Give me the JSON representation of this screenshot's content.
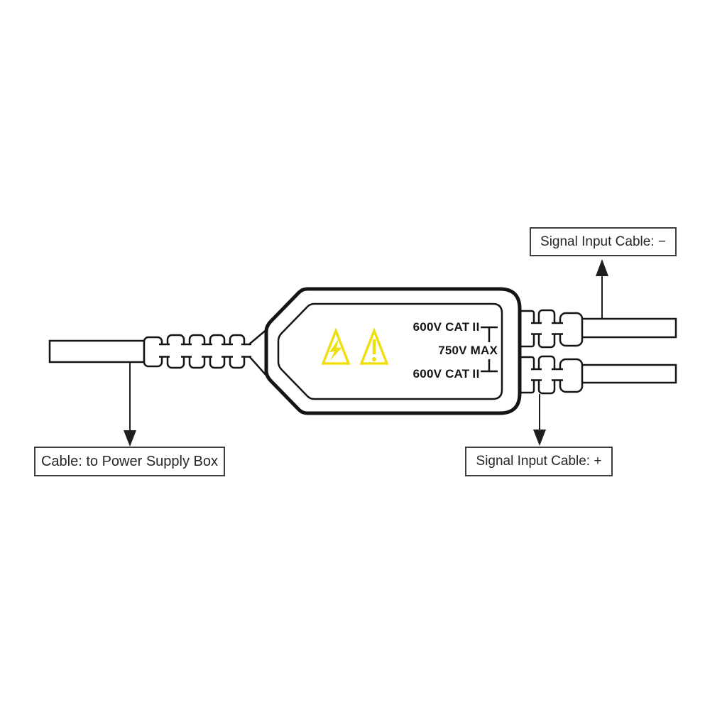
{
  "colors": {
    "outline": "#141414",
    "leader_line": "#1f1f1f",
    "callout_border": "#3e3e3e",
    "callout_text": "#262626",
    "warning_yellow": "#f0df10",
    "background": "#ffffff"
  },
  "callouts": {
    "power_cable": "Cable: to Power Supply Box",
    "signal_minus": "Signal Input Cable: −",
    "signal_plus": "Signal Input Cable: +"
  },
  "device_markings": {
    "rating_top": {
      "prefix": "600V CAT",
      "category": "II"
    },
    "rating_max": "750V MAX",
    "rating_bottom": {
      "prefix": "600V CAT",
      "category": "II"
    }
  },
  "icons": {
    "high_voltage": "high-voltage-warning-triangle",
    "caution": "general-warning-triangle"
  }
}
